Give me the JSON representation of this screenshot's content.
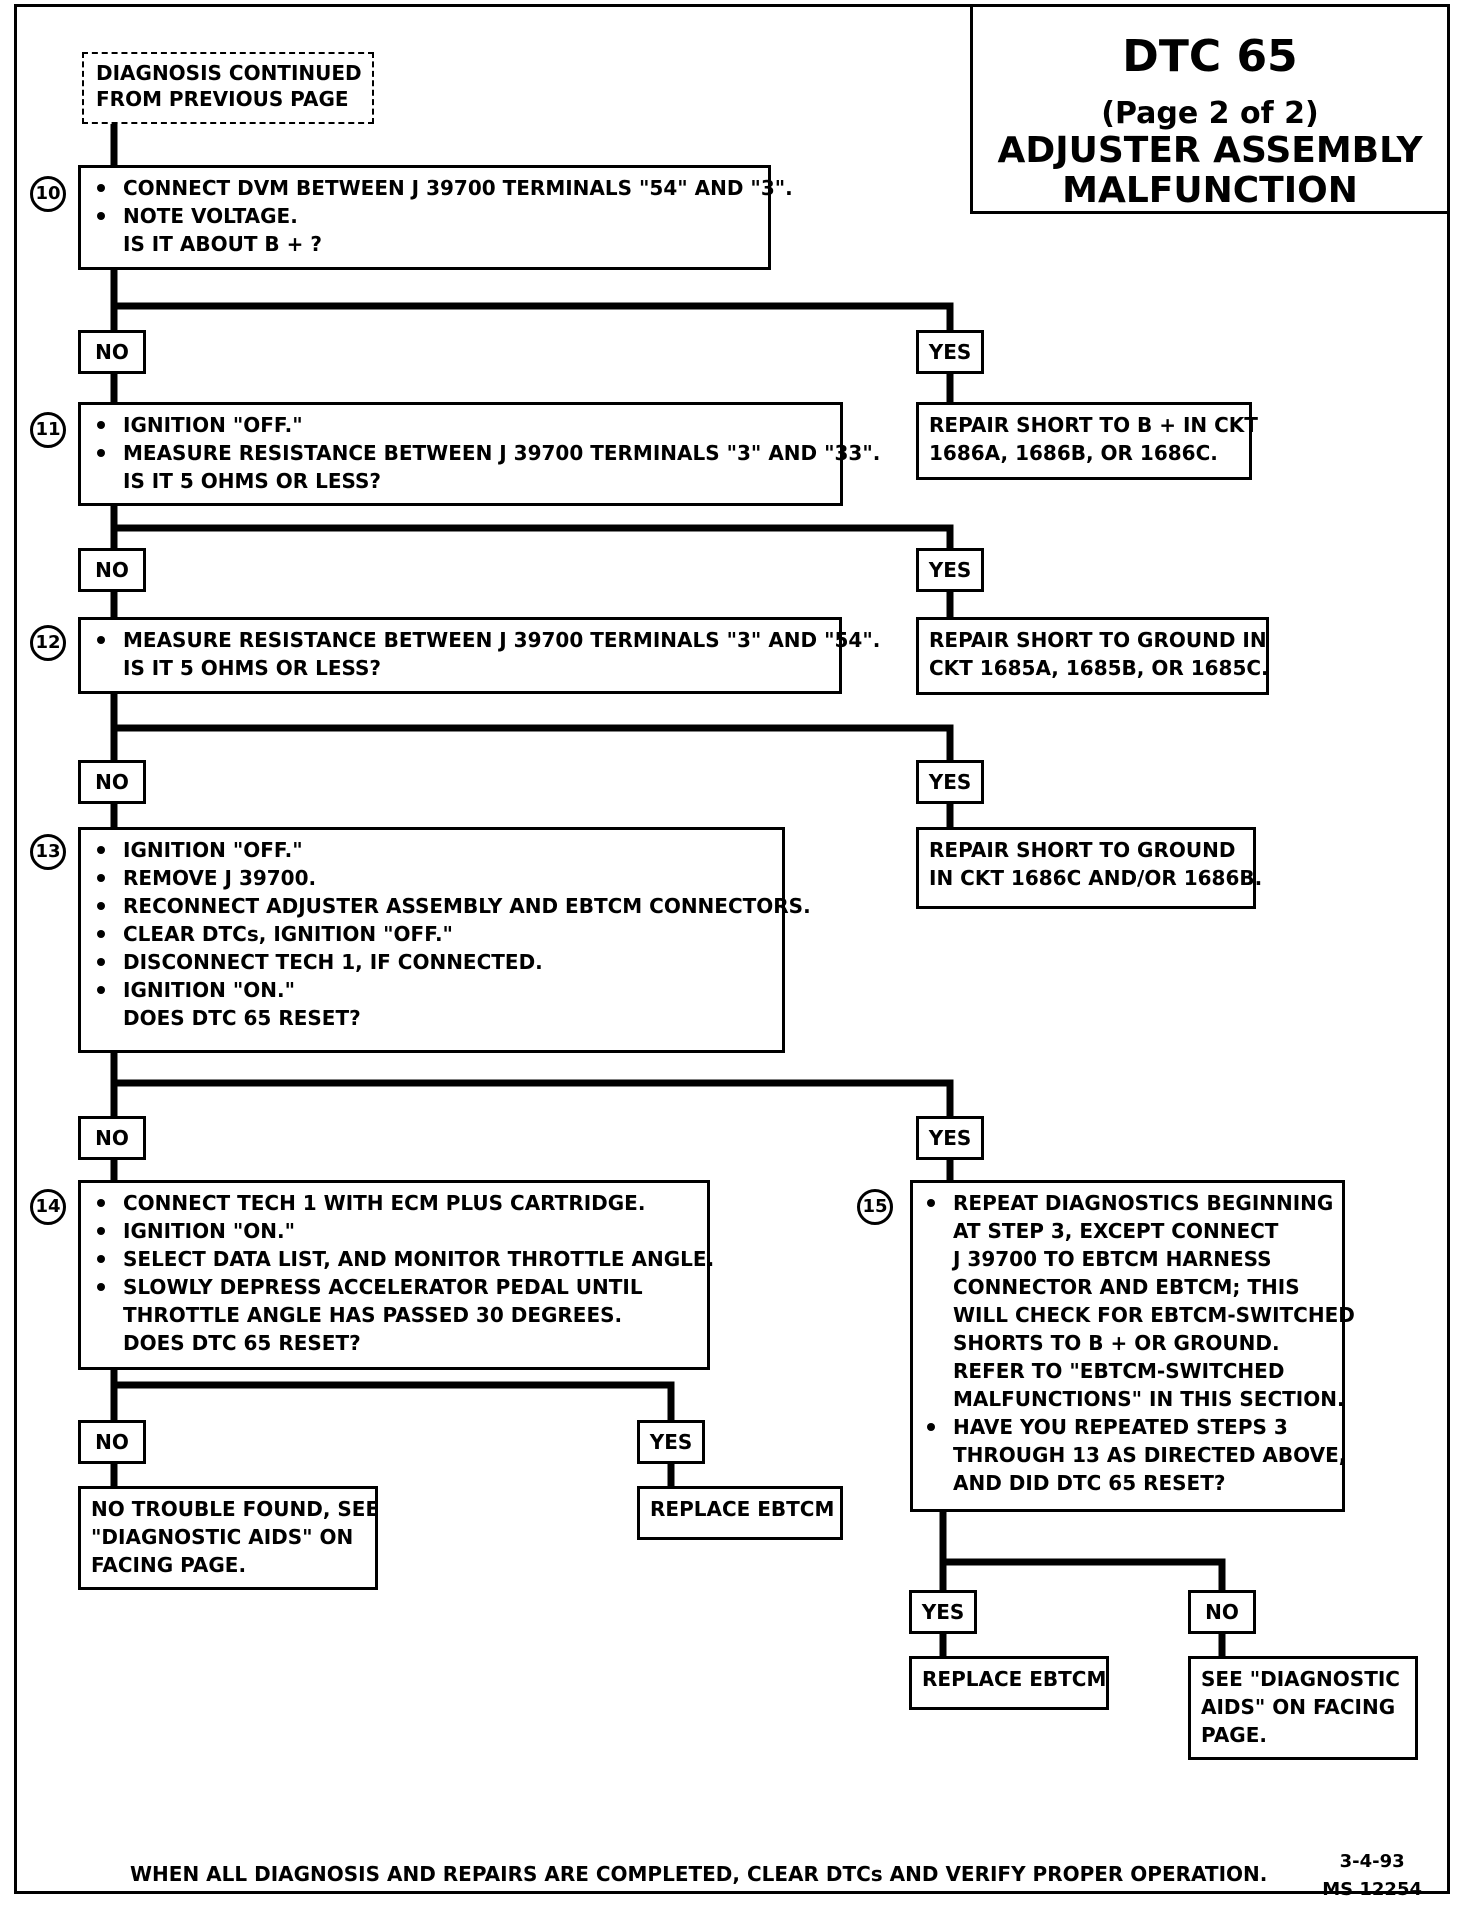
{
  "title": {
    "main": "DTC 65",
    "page": "(Page 2 of 2)",
    "subtitle_line1": "ADJUSTER ASSEMBLY",
    "subtitle_line2": "MALFUNCTION"
  },
  "start": {
    "line1": "DIAGNOSIS CONTINUED",
    "line2": "FROM PREVIOUS PAGE"
  },
  "labels": {
    "yes": "YES",
    "no": "NO"
  },
  "steps": {
    "s10": {
      "number": "10",
      "bullets": [
        "CONNECT DVM BETWEEN J 39700 TERMINALS \"54\" AND \"3\".",
        "NOTE VOLTAGE."
      ],
      "question": "IS IT ABOUT B + ?"
    },
    "s11": {
      "number": "11",
      "bullets": [
        "IGNITION \"OFF.\"",
        "MEASURE RESISTANCE BETWEEN J 39700 TERMINALS \"3\" AND \"33\"."
      ],
      "question": "IS IT 5 OHMS OR LESS?"
    },
    "s12": {
      "number": "12",
      "bullets": [
        "MEASURE RESISTANCE BETWEEN J 39700 TERMINALS \"3\" AND \"54\"."
      ],
      "question": "IS IT 5 OHMS OR LESS?"
    },
    "s13": {
      "number": "13",
      "bullets": [
        "IGNITION \"OFF.\"",
        "REMOVE J 39700.",
        "RECONNECT ADJUSTER ASSEMBLY AND EBTCM CONNECTORS.",
        "CLEAR DTCs, IGNITION \"OFF.\"",
        "DISCONNECT TECH 1, IF CONNECTED.",
        "IGNITION \"ON.\""
      ],
      "question": "DOES DTC 65 RESET?"
    },
    "s14": {
      "number": "14",
      "bullets": [
        "CONNECT TECH 1 WITH ECM PLUS CARTRIDGE.",
        "IGNITION \"ON.\"",
        "SELECT DATA LIST, AND MONITOR THROTTLE ANGLE."
      ],
      "bullet4_line1": "SLOWLY DEPRESS ACCELERATOR PEDAL UNTIL",
      "bullet4_line2": "THROTTLE ANGLE HAS PASSED 30 DEGREES.",
      "question": "DOES DTC 65 RESET?"
    },
    "s15": {
      "number": "15",
      "bullet1_lines": [
        "REPEAT DIAGNOSTICS BEGINNING",
        "AT STEP 3, EXCEPT CONNECT",
        "J 39700 TO EBTCM HARNESS",
        "CONNECTOR AND EBTCM; THIS",
        "WILL CHECK FOR EBTCM-SWITCHED",
        "SHORTS TO B + OR GROUND.",
        "REFER TO \"EBTCM-SWITCHED",
        "MALFUNCTIONS\" IN THIS SECTION."
      ],
      "bullet2_lines": [
        "HAVE YOU REPEATED STEPS 3",
        "THROUGH 13 AS DIRECTED ABOVE,",
        "AND DID DTC 65 RESET?"
      ]
    }
  },
  "results": {
    "r10_yes": [
      "REPAIR SHORT TO B + IN CKT",
      "1686A, 1686B, OR 1686C."
    ],
    "r11_yes": [
      "REPAIR SHORT TO GROUND IN",
      "CKT 1685A, 1685B, OR 1685C."
    ],
    "r12_yes": [
      "REPAIR SHORT TO GROUND",
      "IN CKT 1686C AND/OR 1686B."
    ],
    "r14_no": [
      "NO TROUBLE FOUND, SEE",
      "\"DIAGNOSTIC AIDS\" ON",
      "FACING PAGE."
    ],
    "r14_yes": [
      "REPLACE EBTCM"
    ],
    "r15_yes": [
      "REPLACE EBTCM"
    ],
    "r15_no": [
      "SEE \"DIAGNOSTIC",
      "AIDS\" ON FACING",
      "PAGE."
    ]
  },
  "footer": {
    "note": "WHEN ALL DIAGNOSIS AND REPAIRS ARE COMPLETED, CLEAR DTCs AND VERIFY PROPER OPERATION.",
    "date": "3-4-93",
    "code": "MS 12254"
  }
}
